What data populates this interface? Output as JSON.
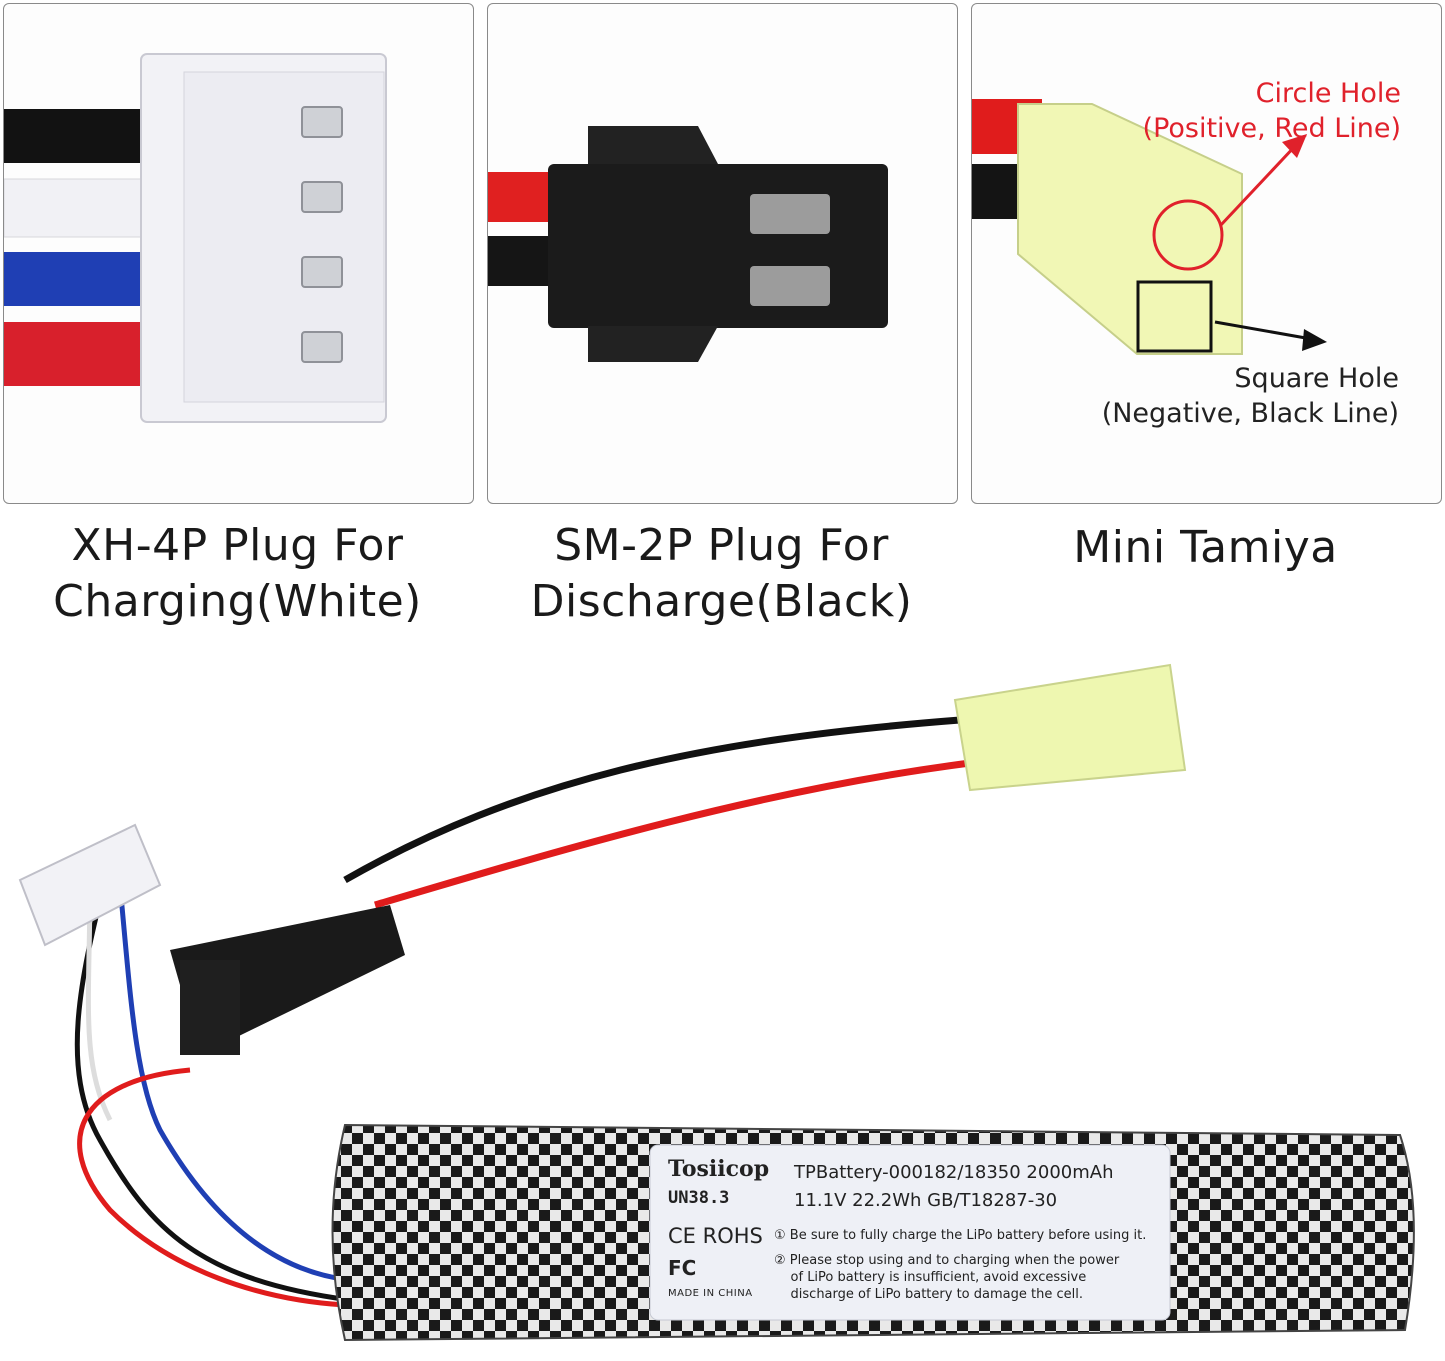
{
  "panels": [
    {
      "caption_line1": "XH-4P Plug For",
      "caption_line2": "Charging(White)"
    },
    {
      "caption_line1": "SM-2P Plug For",
      "caption_line2": "Discharge(Black)"
    },
    {
      "caption_line1": "Mini Tamiya",
      "caption_line2": ""
    }
  ],
  "annotations": {
    "circle_line1": "Circle Hole",
    "circle_line2": "(Positive, Red Line)",
    "square_line1": "Square Hole",
    "square_line2": "(Negative, Black Line)"
  },
  "battery_label": {
    "brand": "Tosiicop",
    "model": "TPBattery-000182/18350 2000mAh",
    "un_mark": "UN38.3",
    "spec": "11.1V 22.2Wh GB/T18287-30",
    "cert": "CE ROHS",
    "warning1": "① Be sure to fully charge the LiPo battery before using it.",
    "warning2": "② Please stop using and to charging when the power\n    of LiPo battery is insufficient, avoid excessive\n    discharge of LiPo battery to damage the cell.",
    "fc": "FC",
    "made_in": "MADE IN CHINA"
  },
  "colors": {
    "red": "#e0212b",
    "black": "#111111",
    "blue": "#1f3fb4",
    "white_plug": "#f2f2f6",
    "tamiya": "#eef7b0"
  },
  "icons": [
    "xh-4p-plug",
    "sm-2p-plug",
    "mini-tamiya-plug",
    "lipo-battery"
  ]
}
